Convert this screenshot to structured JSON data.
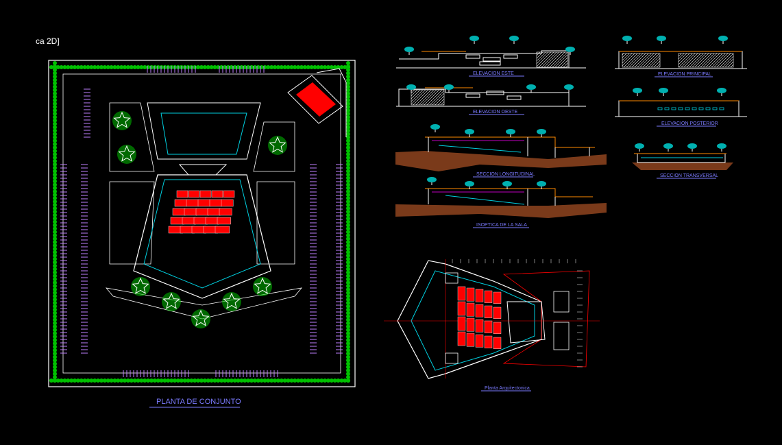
{
  "corner_text": "ca 2D]",
  "labels": {
    "site_plan": "PLANTA DE CONJUNTO",
    "elev_east": "ELEVACION ESTE",
    "elev_west": "ELEVACION OESTE",
    "elev_main": "ELEVACION PRINCIPAL",
    "elev_rear": "ELEVACION POSTERIOR",
    "sec_long": "SECCION LONGITUDINAL",
    "sec_trans": "SECCION TRANSVERSAL",
    "isoptic": "ISOPTICA DE LA SALA",
    "floor_plan": "Planta Arquitectonica"
  },
  "colors": {
    "background": "#000000",
    "linework": "#ffffff",
    "seating": "#ff0000",
    "vegetation": "#00c000",
    "parking": "#c080ff",
    "walls": "#00d0e0",
    "label": "#7b7bff",
    "terrain": "#7a3a1a",
    "accent": "#ff8a00"
  }
}
